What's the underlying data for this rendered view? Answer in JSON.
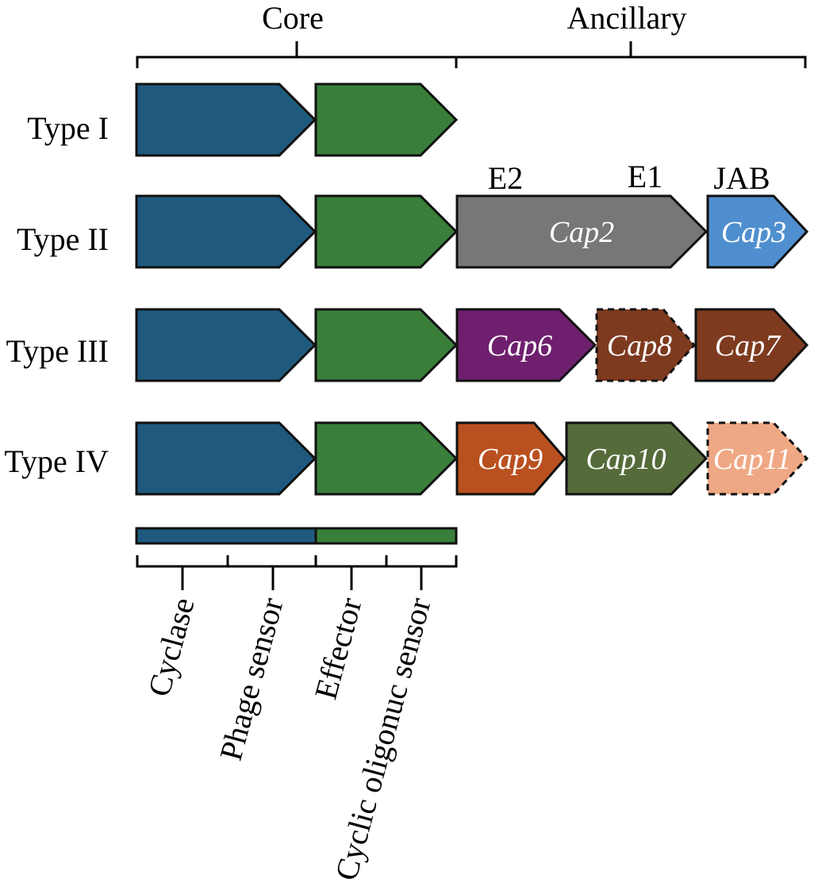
{
  "headers": {
    "core": "Core",
    "ancillary": "Ancillary"
  },
  "rows": [
    {
      "label": "Type I"
    },
    {
      "label": "Type II"
    },
    {
      "label": "Type III"
    },
    {
      "label": "Type IV"
    }
  ],
  "domain_labels": {
    "e2": "E2",
    "e1": "E1",
    "jab": "JAB"
  },
  "genes": {
    "cap2": "Cap2",
    "cap3": "Cap3",
    "cap6": "Cap6",
    "cap8": "Cap8",
    "cap7": "Cap7",
    "cap9": "Cap9",
    "cap10": "Cap10",
    "cap11": "Cap11"
  },
  "bottom_labels": {
    "cyclase": "Cyclase",
    "phage_sensor": "Phage sensor",
    "effector": "Effector",
    "cyclic_sensor": "Cyclic oligonuc sensor"
  },
  "colors": {
    "cyclase_blue": "#1f5a7e",
    "effector_green": "#397f3a",
    "cap2_gray": "#777777",
    "cap3_blue": "#4f8fcf",
    "cap6_purple": "#6e1f6e",
    "cap7_8_brown": "#7d3a1f",
    "cap9_orange": "#b9501f",
    "cap10_olive": "#556b3a",
    "cap11_peach": "#efa884"
  }
}
